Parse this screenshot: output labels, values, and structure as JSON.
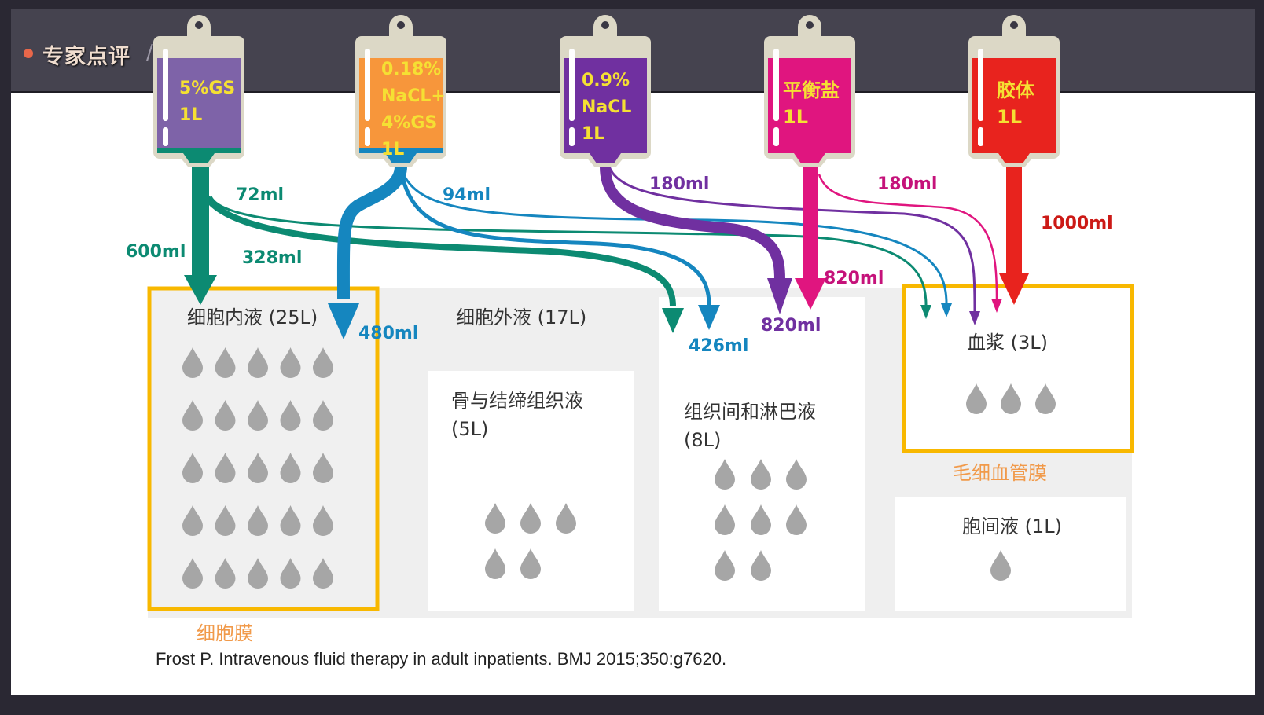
{
  "header": {
    "title": "专家点评",
    "separator": "/"
  },
  "colors": {
    "teal": "#0c8a72",
    "blue": "#1586bf",
    "purple": "#7030a0",
    "magenta": "#e0157f",
    "red": "#e8231e",
    "orange": "#f7963b",
    "lavender": "#7e63a8",
    "membrane": "#f8b800",
    "membrane_text": "#f19a4a",
    "bag_shell": "#dcd8c6",
    "bag_text": "#f5e033",
    "droplet": "#a6a6a6"
  },
  "bags": [
    {
      "id": "gs5",
      "lines": [
        "5%GS",
        "1L"
      ],
      "fill": "#7e63a8",
      "tube": "#0c8a72"
    },
    {
      "id": "nacl018",
      "lines": [
        "0.18%",
        "NaCL+",
        "4%GS",
        "1L"
      ],
      "fill": "#f7963b",
      "tube": "#1586bf"
    },
    {
      "id": "nacl09",
      "lines": [
        "0.9%",
        "NaCL",
        "1L"
      ],
      "fill": "#7030a0",
      "tube": "#7030a0"
    },
    {
      "id": "balanced",
      "lines": [
        "平衡盐",
        "1L"
      ],
      "fill": "#e0157f",
      "tube": "#e0157f"
    },
    {
      "id": "colloid",
      "lines": [
        "胶体",
        "1L"
      ],
      "fill": "#e8231e",
      "tube": "#e8231e"
    }
  ],
  "flows": [
    {
      "from": "5%GS",
      "to": "细胞内液",
      "label": "600ml",
      "color": "#0c8a72"
    },
    {
      "from": "5%GS",
      "to": "血浆",
      "label": "72ml",
      "color": "#0c8a72"
    },
    {
      "from": "5%GS",
      "to": "组织间和淋巴液",
      "label": "328ml",
      "color": "#0c8a72"
    },
    {
      "from": "0.18%NaCL+4%GS",
      "to": "细胞内液",
      "label": "480ml",
      "color": "#1586bf"
    },
    {
      "from": "0.18%NaCL+4%GS",
      "to": "血浆",
      "label": "94ml",
      "color": "#1586bf"
    },
    {
      "from": "0.18%NaCL+4%GS",
      "to": "组织间和淋巴液",
      "label": "426ml",
      "color": "#1586bf"
    },
    {
      "from": "0.9%NaCL",
      "to": "血浆",
      "label": "180ml",
      "color": "#7030a0"
    },
    {
      "from": "0.9%NaCL",
      "to": "组织间和淋巴液",
      "label": "820ml",
      "color": "#7030a0"
    },
    {
      "from": "平衡盐",
      "to": "血浆",
      "label": "180ml",
      "color": "#e0157f"
    },
    {
      "from": "平衡盐",
      "to": "组织间和淋巴液",
      "label": "820ml",
      "color": "#e0157f"
    },
    {
      "from": "胶体",
      "to": "血浆",
      "label": "1000ml",
      "color": "#e8231e"
    }
  ],
  "compartments": {
    "icf": {
      "label": "细胞内液 (25L)",
      "drops": 25
    },
    "ecf": {
      "label": "细胞外液 (17L)"
    },
    "bone": {
      "label_line1": "骨与结缔组织液",
      "label_line2": "(5L)",
      "drops": 5
    },
    "interstitial": {
      "label_line1": "组织间和淋巴液",
      "label_line2": "(8L)",
      "drops": 8
    },
    "plasma": {
      "label": "血浆 (3L)",
      "drops": 3
    },
    "transcellular": {
      "label": "胞间液 (1L)",
      "drops": 1
    }
  },
  "membranes": {
    "cell": "细胞膜",
    "capillary": "毛细血管膜"
  },
  "citation": "Frost P. Intravenous fluid therapy in adult inpatients. BMJ 2015;350:g7620."
}
